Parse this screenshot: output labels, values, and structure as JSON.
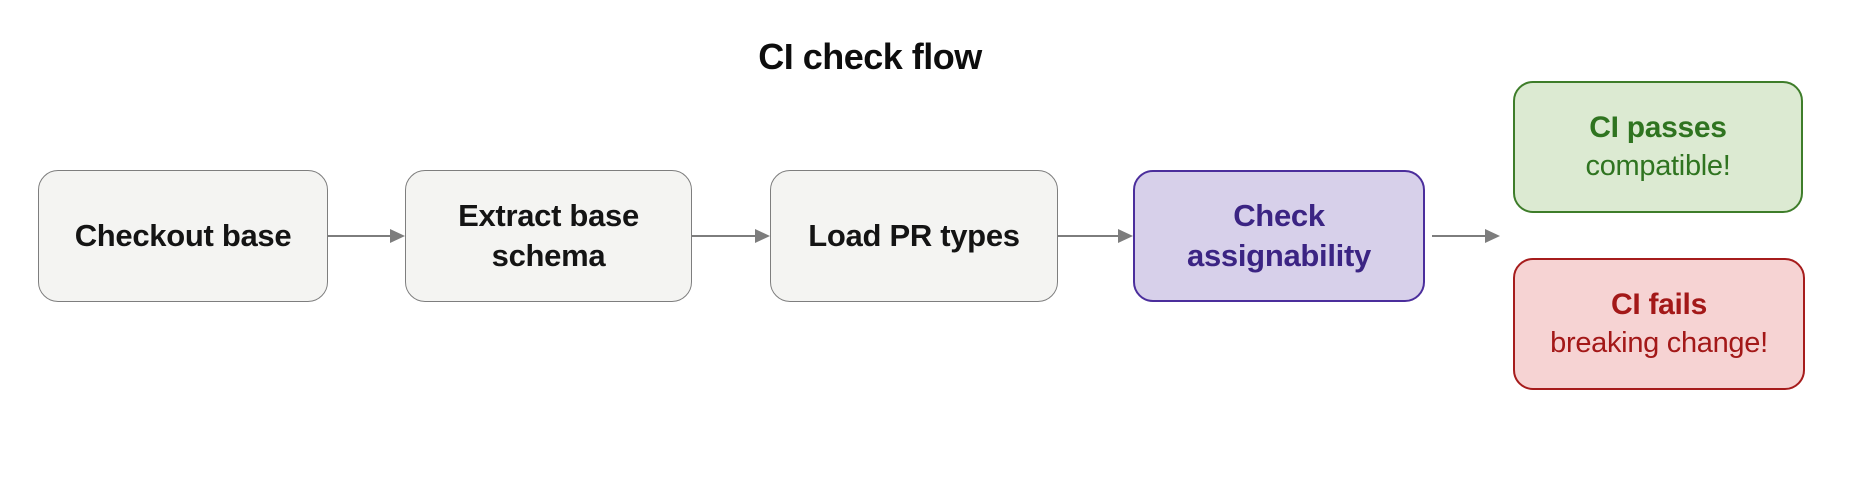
{
  "title": "CI check flow",
  "flow": {
    "nodes": [
      {
        "id": "checkout-base",
        "label": "Checkout base"
      },
      {
        "id": "extract-base-schema",
        "label": "Extract base schema"
      },
      {
        "id": "load-pr-types",
        "label": "Load PR types"
      },
      {
        "id": "check-assignability",
        "label": "Check assignability"
      }
    ],
    "outcomes": [
      {
        "id": "ci-passes",
        "label": "CI passes",
        "sublabel": "compatible!"
      },
      {
        "id": "ci-fails",
        "label": "CI fails",
        "sublabel": "breaking change!"
      }
    ]
  },
  "colors": {
    "node_fill": "#f4f4f2",
    "node_border": "#7e7e7e",
    "node_text": "#141414",
    "accent_fill": "#d7d0ea",
    "accent_border": "#4b2e9c",
    "accent_text": "#3b2483",
    "success_fill": "#dcead2",
    "success_border": "#3e7d2a",
    "success_text": "#2f7420",
    "failure_fill": "#f6d3d3",
    "failure_border": "#a61c1c",
    "failure_text": "#a31818",
    "arrow": "#7d7d7d",
    "title_text": "#0d0d0d"
  }
}
